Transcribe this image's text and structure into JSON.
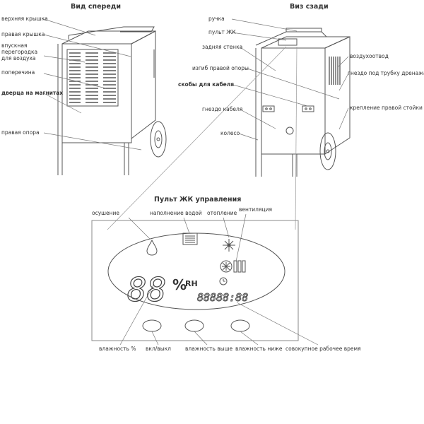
{
  "front_view": {
    "title": "Вид спереди",
    "labels": {
      "top_cover": "верхняя крышка",
      "right_cover": "правая крышка",
      "intake_line1": "впускная",
      "intake_line2": "перегородка",
      "intake_line3": "для воздуха",
      "crossbar": "поперечина",
      "magnet_door": "дверца на магнитах",
      "right_support": "правая опора"
    }
  },
  "rear_view": {
    "title": "Виз сзади",
    "labels": {
      "handle": "ручка",
      "lcd_panel": "пульт ЖК",
      "rear_wall": "задняя стенка",
      "right_support_bend": "изгиб правой опоры",
      "cable_brackets": "скобы для кабеля",
      "cable_socket": "гнездо кабеля",
      "wheel": "колесо",
      "air_outlet": "воздухоотвод",
      "drain_socket": "гнездо под трубку дренажа",
      "right_post_mount": "крепление правой стойки"
    }
  },
  "control_panel": {
    "title": "Пульт ЖК управления",
    "labels": {
      "drying": "осушение",
      "water_full": "наполнение водой",
      "heating": "отопление",
      "ventilation": "вентиляция",
      "humidity_pct": "влажность %",
      "on_off": "вкл/выкл",
      "humidity_up": "влажность выше",
      "humidity_down": "влажность ниже",
      "total_runtime": "совокупное рабочее время"
    },
    "display": {
      "digits": "88",
      "percent": "%",
      "rh": "RH",
      "timer": "88888:88"
    }
  }
}
